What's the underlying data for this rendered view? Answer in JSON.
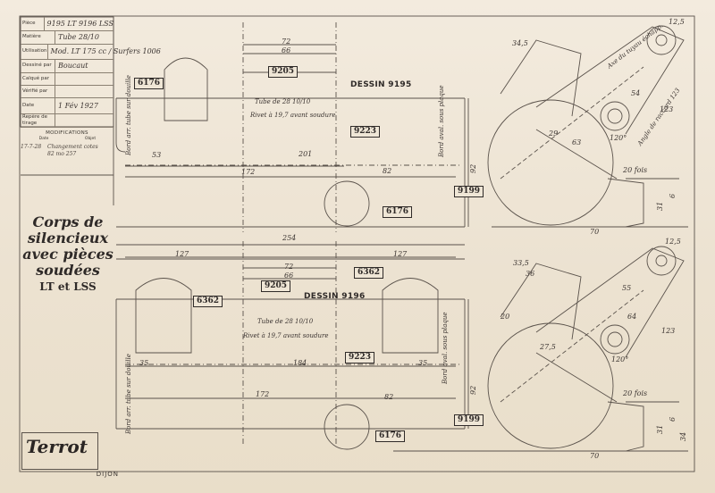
{
  "title_block": {
    "piece": {
      "label": "Pièce",
      "value": "9195 LT    9196 LSS"
    },
    "matiere": {
      "label": "Matière",
      "value": "Tube 28/10"
    },
    "utilisation": {
      "label": "Utilisation",
      "value": "Mod. LT 175 cc / Surfers 1006"
    },
    "dessine_par": {
      "label": "Dessiné par",
      "value": "Boucaut"
    },
    "calque_par": {
      "label": "Calqué par",
      "value": ""
    },
    "verifie_par": {
      "label": "Vérifié par",
      "value": ""
    },
    "date": {
      "label": "Date",
      "value": "1 Fév 1927"
    },
    "repere": {
      "label": "Repère de tirage",
      "value": ""
    }
  },
  "modifications": {
    "heading": "MODIFICATIONS",
    "col_date": "Date",
    "col_objet": "Objet",
    "entry_date": "17-7-28",
    "entry_text": "Changement cotes 82 mo 257"
  },
  "drawing_title": {
    "line1": "Corps de",
    "line2": "silencieux",
    "line3": "avec pièces",
    "line4": "soudées",
    "line5": "LT et LSS"
  },
  "logo": {
    "brand": "Terrot",
    "city": "DIJON"
  },
  "top_view": {
    "dessin_label": "DESSIN 9195",
    "refs": [
      "6176",
      "9205",
      "9223",
      "9199",
      "6176"
    ],
    "dims": {
      "d72": "72",
      "d66": "66",
      "d53": "53",
      "d201": "201",
      "d172": "172",
      "d82": "82",
      "d92": "92",
      "d70": "70",
      "d31": "31",
      "d34_5": "34,5",
      "d29": "29",
      "d63": "63",
      "d120": "120°",
      "d12_5": "12,5",
      "d54": "54",
      "d123": "123",
      "d20": "20 fois",
      "d6": "6"
    },
    "notes": {
      "tube": "Tube de 28 10/10",
      "rivet": "Rivet à 19,7 avant soudure",
      "bord_gauche": "Bord arr. tube sur douille",
      "bord_droit": "Bord aval. sous plaque",
      "axe": "Axe du tuyau échapp.",
      "angle": "Angle de raccord 123"
    }
  },
  "bottom_view": {
    "dessin_label": "DESSIN 9196",
    "refs": [
      "6362",
      "9205",
      "6362",
      "9223",
      "9199",
      "6176"
    ],
    "dims": {
      "d254": "254",
      "d127a": "127",
      "d127b": "127",
      "d72": "72",
      "d66": "66",
      "d35a": "35",
      "d35b": "35",
      "d184": "184",
      "d172": "172",
      "d82": "82",
      "d92": "92",
      "d70": "70",
      "d33_5": "33,5",
      "d36": "36",
      "d20": "20",
      "d27_5": "27,5",
      "d64": "64",
      "d120": "120°",
      "d12_5": "12,5",
      "d123": "123",
      "d20f": "20 fois",
      "d31": "31",
      "d34": "34",
      "d6": "6",
      "d55": "55"
    },
    "notes": {
      "tube": "Tube de 28 10/10",
      "rivet": "Rivet à 19,7 avant soudure",
      "bord_gauche": "Bord arr. tube sur douille",
      "bord_droit": "Bord aval. sous plaque"
    }
  },
  "colors": {
    "paper": "#efe6d6",
    "ink": "#2f2a28",
    "grid": "#8a8072"
  }
}
